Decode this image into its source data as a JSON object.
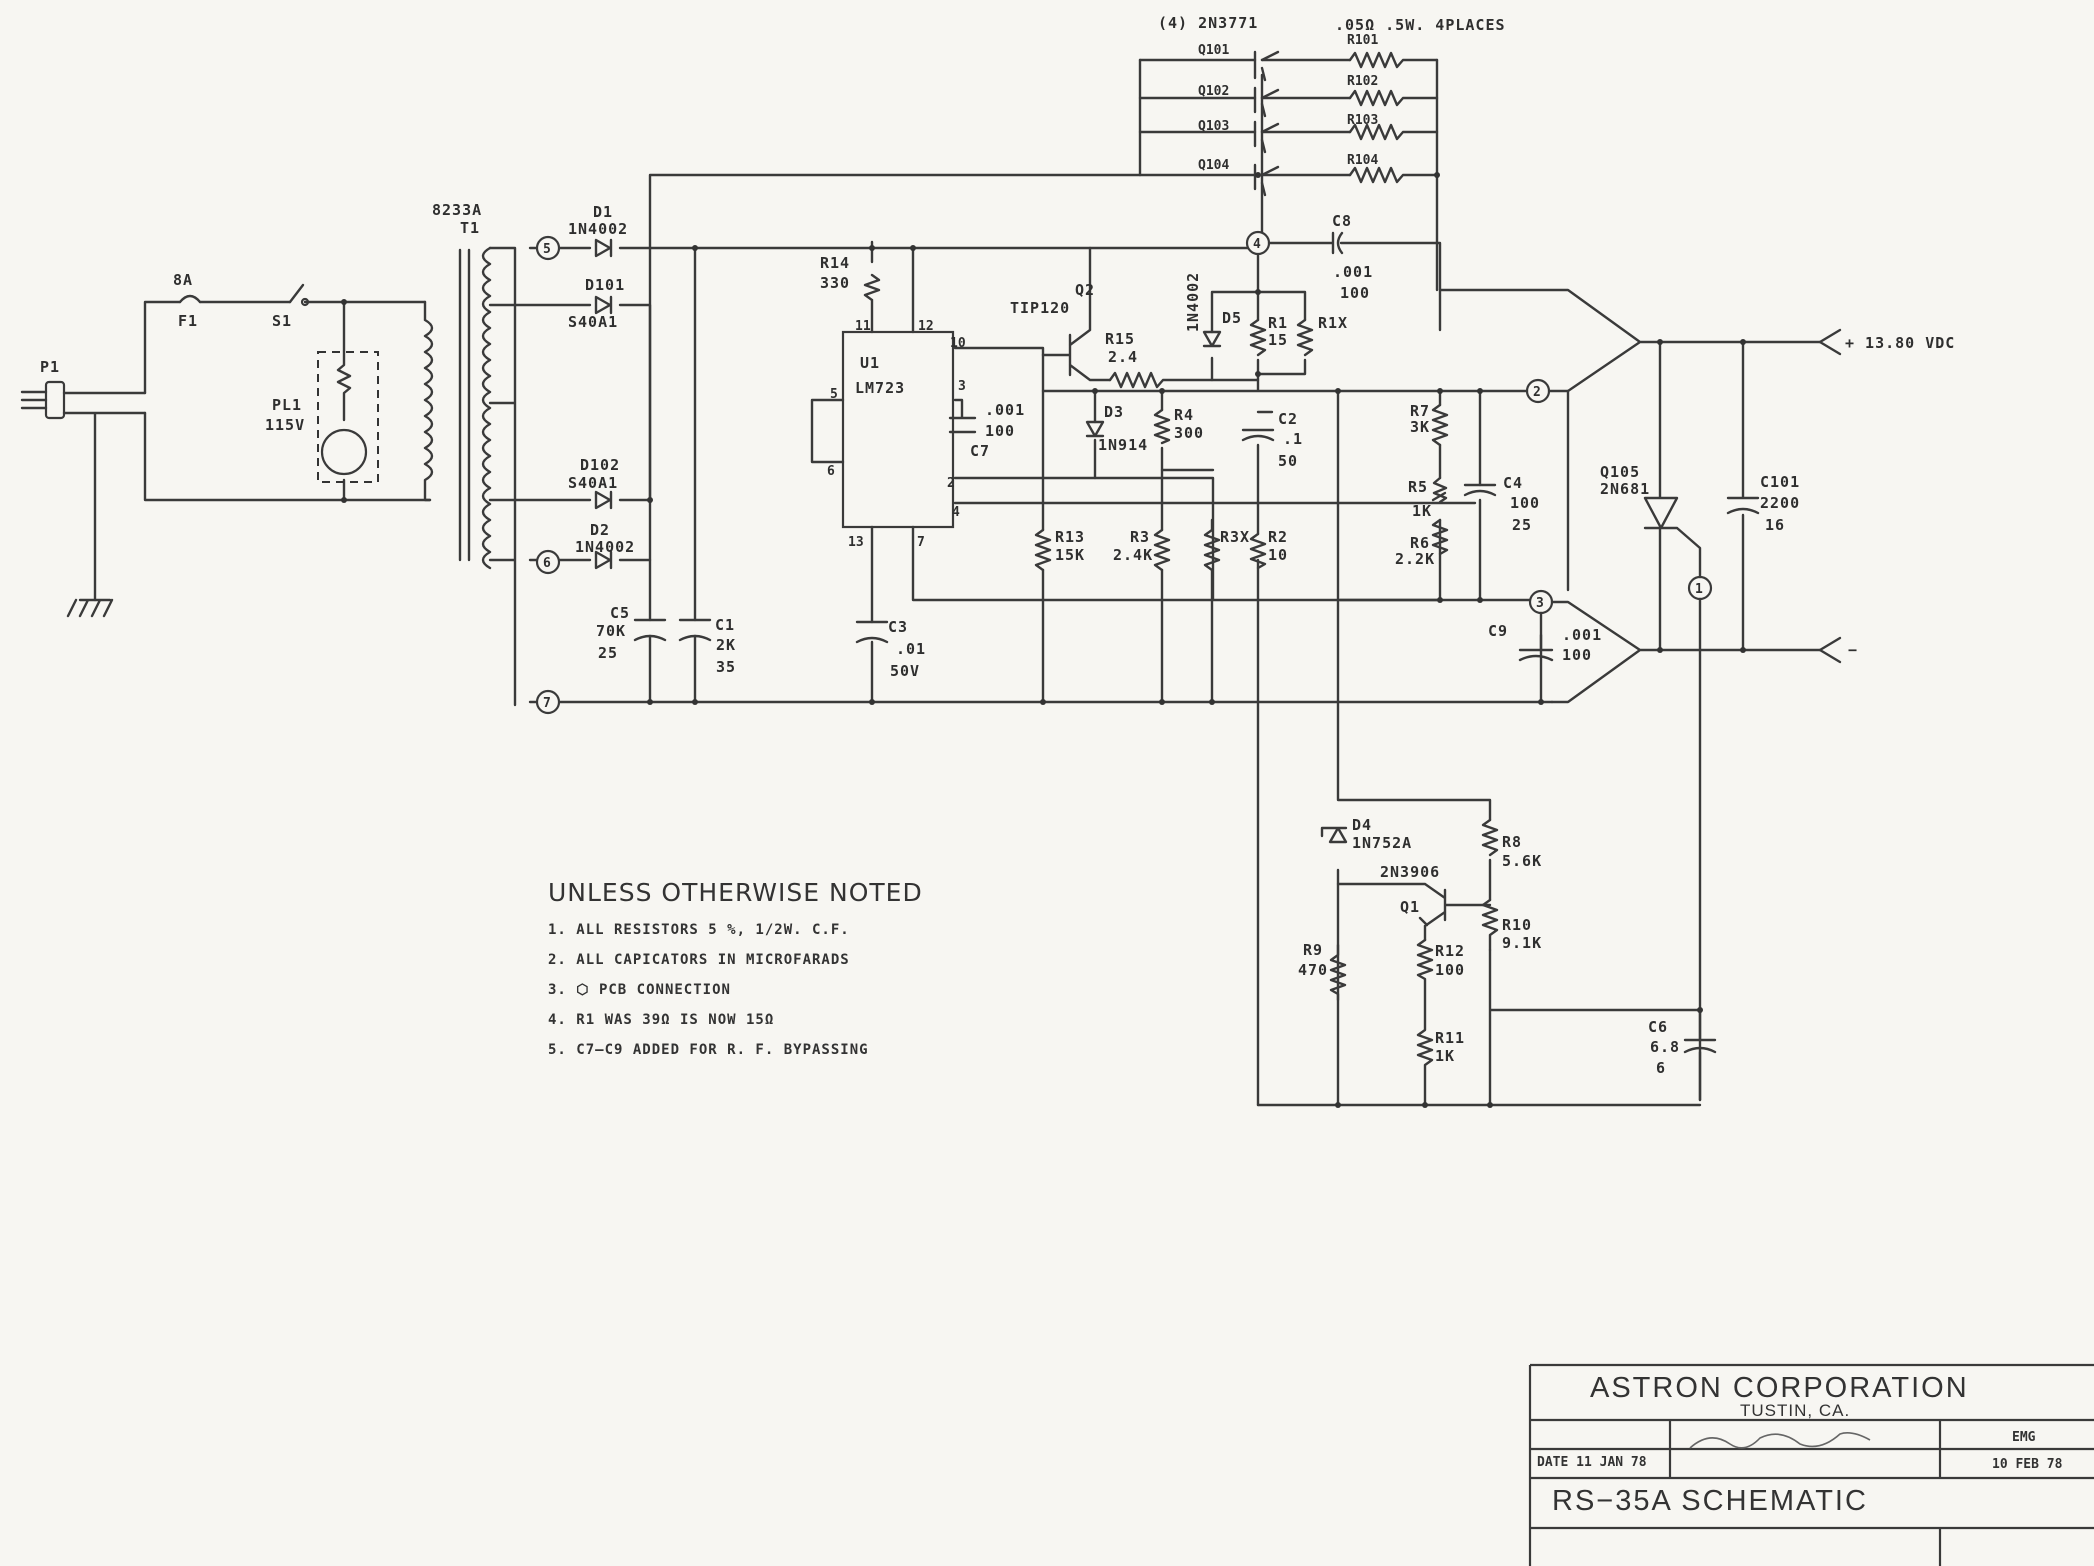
{
  "components": {
    "q_array": "(4) 2N3771",
    "r_array_note": ".05Ω .5W. 4PLACES",
    "q101": "Q101",
    "q102": "Q102",
    "q103": "Q103",
    "q104": "Q104",
    "r101": "R101",
    "r102": "R102",
    "r103": "R103",
    "r104": "R104",
    "t1_part": "8233A",
    "t1": "T1",
    "f1_rating": "8A",
    "f1": "F1",
    "s1": "S1",
    "p1": "P1",
    "pl1": "PL1",
    "pl1_v": "115V",
    "d1": "D1",
    "d1_part": "1N4002",
    "d101": "D101",
    "d101_part": "S40A1",
    "d102": "D102",
    "d102_part": "S40A1",
    "d2": "D2",
    "d2_part": "1N4002",
    "c5": "C5",
    "c5_val": "70K",
    "c5_v": "25",
    "c1": "C1",
    "c1_val": "2K",
    "c1_v": "35",
    "r14": "R14",
    "r14_val": "330",
    "u1": "U1",
    "u1_part": "LM723",
    "q2": "Q2",
    "q2_part": "TIP120",
    "r15": "R15",
    "r15_val": "2.4",
    "d5_part": "1N4002",
    "d5": "D5",
    "r1": "R1",
    "r1_val": "15",
    "r1x": "R1X",
    "c8": "C8",
    "c8_val": ".001",
    "c8_v": "100",
    "c7": "C7",
    "c7_val": ".001",
    "c7_v": "100",
    "d3": "D3",
    "d3_part": "1N914",
    "r4": "R4",
    "r4_val": "300",
    "c2": "C2",
    "c2_val": ".1",
    "c2_v": "50",
    "r7": "R7",
    "r7_val": "3K",
    "r5": "R5",
    "r5_val": "1K",
    "r6": "R6",
    "r6_val": "2.2K",
    "c4": "C4",
    "c4_val": "100",
    "c4_v": "25",
    "r13": "R13",
    "r13_val": "15K",
    "r3": "R3",
    "r3_val": "2.4K",
    "r3x": "R3X",
    "r2": "R2",
    "r2_val": "10",
    "c3": "C3",
    "c3_val": ".01",
    "c3_v": "50V",
    "c9": "C9",
    "c9_val": ".001",
    "c9_v": "100",
    "q105": "Q105",
    "q105_part": "2N681",
    "c101": "C101",
    "c101_val": "2200",
    "c101_v": "16",
    "d4": "D4",
    "d4_part": "1N752A",
    "r8": "R8",
    "r8_val": "5.6K",
    "q1": "Q1",
    "q1_part": "2N3906",
    "r10": "R10",
    "r10_val": "9.1K",
    "r9": "R9",
    "r9_val": "470",
    "r12": "R12",
    "r12_val": "100",
    "r11": "R11",
    "r11_val": "1K",
    "c6": "C6",
    "c6_val": "6.8",
    "c6_v": "6",
    "out_pos": "+ 13.80 VDC",
    "out_neg": "−"
  },
  "pins": {
    "p11": "11",
    "p12": "12",
    "p10": "10",
    "p3": "3",
    "p2": "2",
    "p4": "4",
    "p5": "5",
    "p6": "6",
    "p13": "13",
    "p7": "7"
  },
  "nodes": [
    "5",
    "6",
    "7",
    "4",
    "2",
    "3",
    "1"
  ],
  "notes": {
    "title": "UNLESS OTHERWISE NOTED",
    "items": [
      "1. ALL RESISTORS 5 %, 1/2W. C.F.",
      "2. ALL CAPICATORS IN MICROFARADS",
      "3. ⬡ PCB CONNECTION",
      "4. R1 WAS 39Ω IS NOW 15Ω",
      "5. C7—C9 ADDED FOR R. F. BYPASSING"
    ]
  },
  "title_block": {
    "company": "ASTRON CORPORATION",
    "location": "TUSTIN, CA.",
    "date": "DATE 11 JAN 78",
    "drawn": "EMG",
    "revised": "10 FEB 78",
    "title": "RS−35A   SCHEMATIC"
  }
}
